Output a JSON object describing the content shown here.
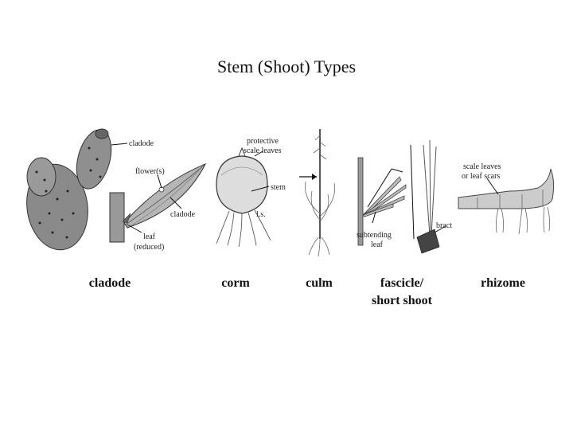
{
  "title": "Stem (Shoot) Types",
  "panels": {
    "cladode": {
      "label": "cladode",
      "annotations": {
        "cladode_top": "cladode",
        "flowers": "flower(s)",
        "cladode_mid": "cladode",
        "leaf_line1": "leaf",
        "leaf_line2": "(reduced)"
      }
    },
    "corm": {
      "label": "corm",
      "annotations": {
        "protective_line1": "protective",
        "protective_line2": "scale leaves",
        "stem": "stem",
        "ls": "l.s."
      }
    },
    "culm": {
      "label": "culm"
    },
    "fascicle": {
      "label_line1": "fascicle/",
      "label_line2": "short shoot",
      "annotations": {
        "subtending_line1": "subtending",
        "subtending_line2": "leaf",
        "bract": "bract"
      }
    },
    "rhizome": {
      "label": "rhizome",
      "annotations": {
        "scale_line1": "scale leaves",
        "scale_line2": "or leaf scars"
      }
    }
  }
}
